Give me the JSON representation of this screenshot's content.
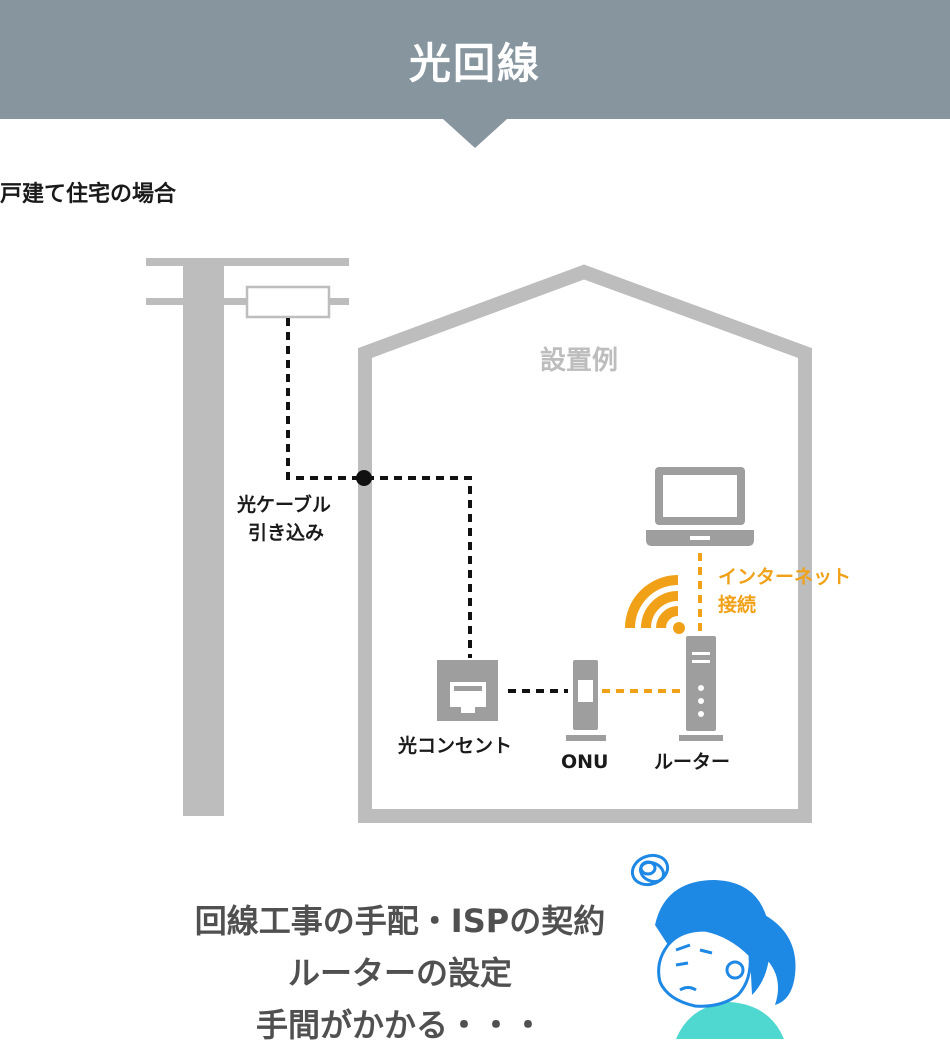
{
  "header": {
    "title": "光回線"
  },
  "subtitle": "戸建て住宅の場合",
  "diagram": {
    "room_label": "設置例",
    "cable_label": [
      "光ケーブル",
      "引き込み"
    ],
    "outlet_label": "光コンセント",
    "onu_label": "ONU",
    "router_label": "ルーター",
    "internet_label": [
      "インターネット",
      "接続"
    ]
  },
  "message": {
    "lines": [
      "回線工事の手配・ISPの契約",
      "ルーターの設定",
      "手間がかかる・・・"
    ]
  },
  "colors": {
    "banner": "#87959f",
    "structure": "#bdbdbd",
    "device": "#9e9e9e",
    "cable": "#111111",
    "wireless": "#f0a118",
    "person": "#1e88e5",
    "shirt": "#4fd8d0"
  },
  "icons": [
    "utility-pole-icon",
    "house-icon",
    "laptop-icon",
    "wifi-icon",
    "optical-outlet-icon",
    "onu-icon",
    "router-icon",
    "confused-person-icon"
  ]
}
